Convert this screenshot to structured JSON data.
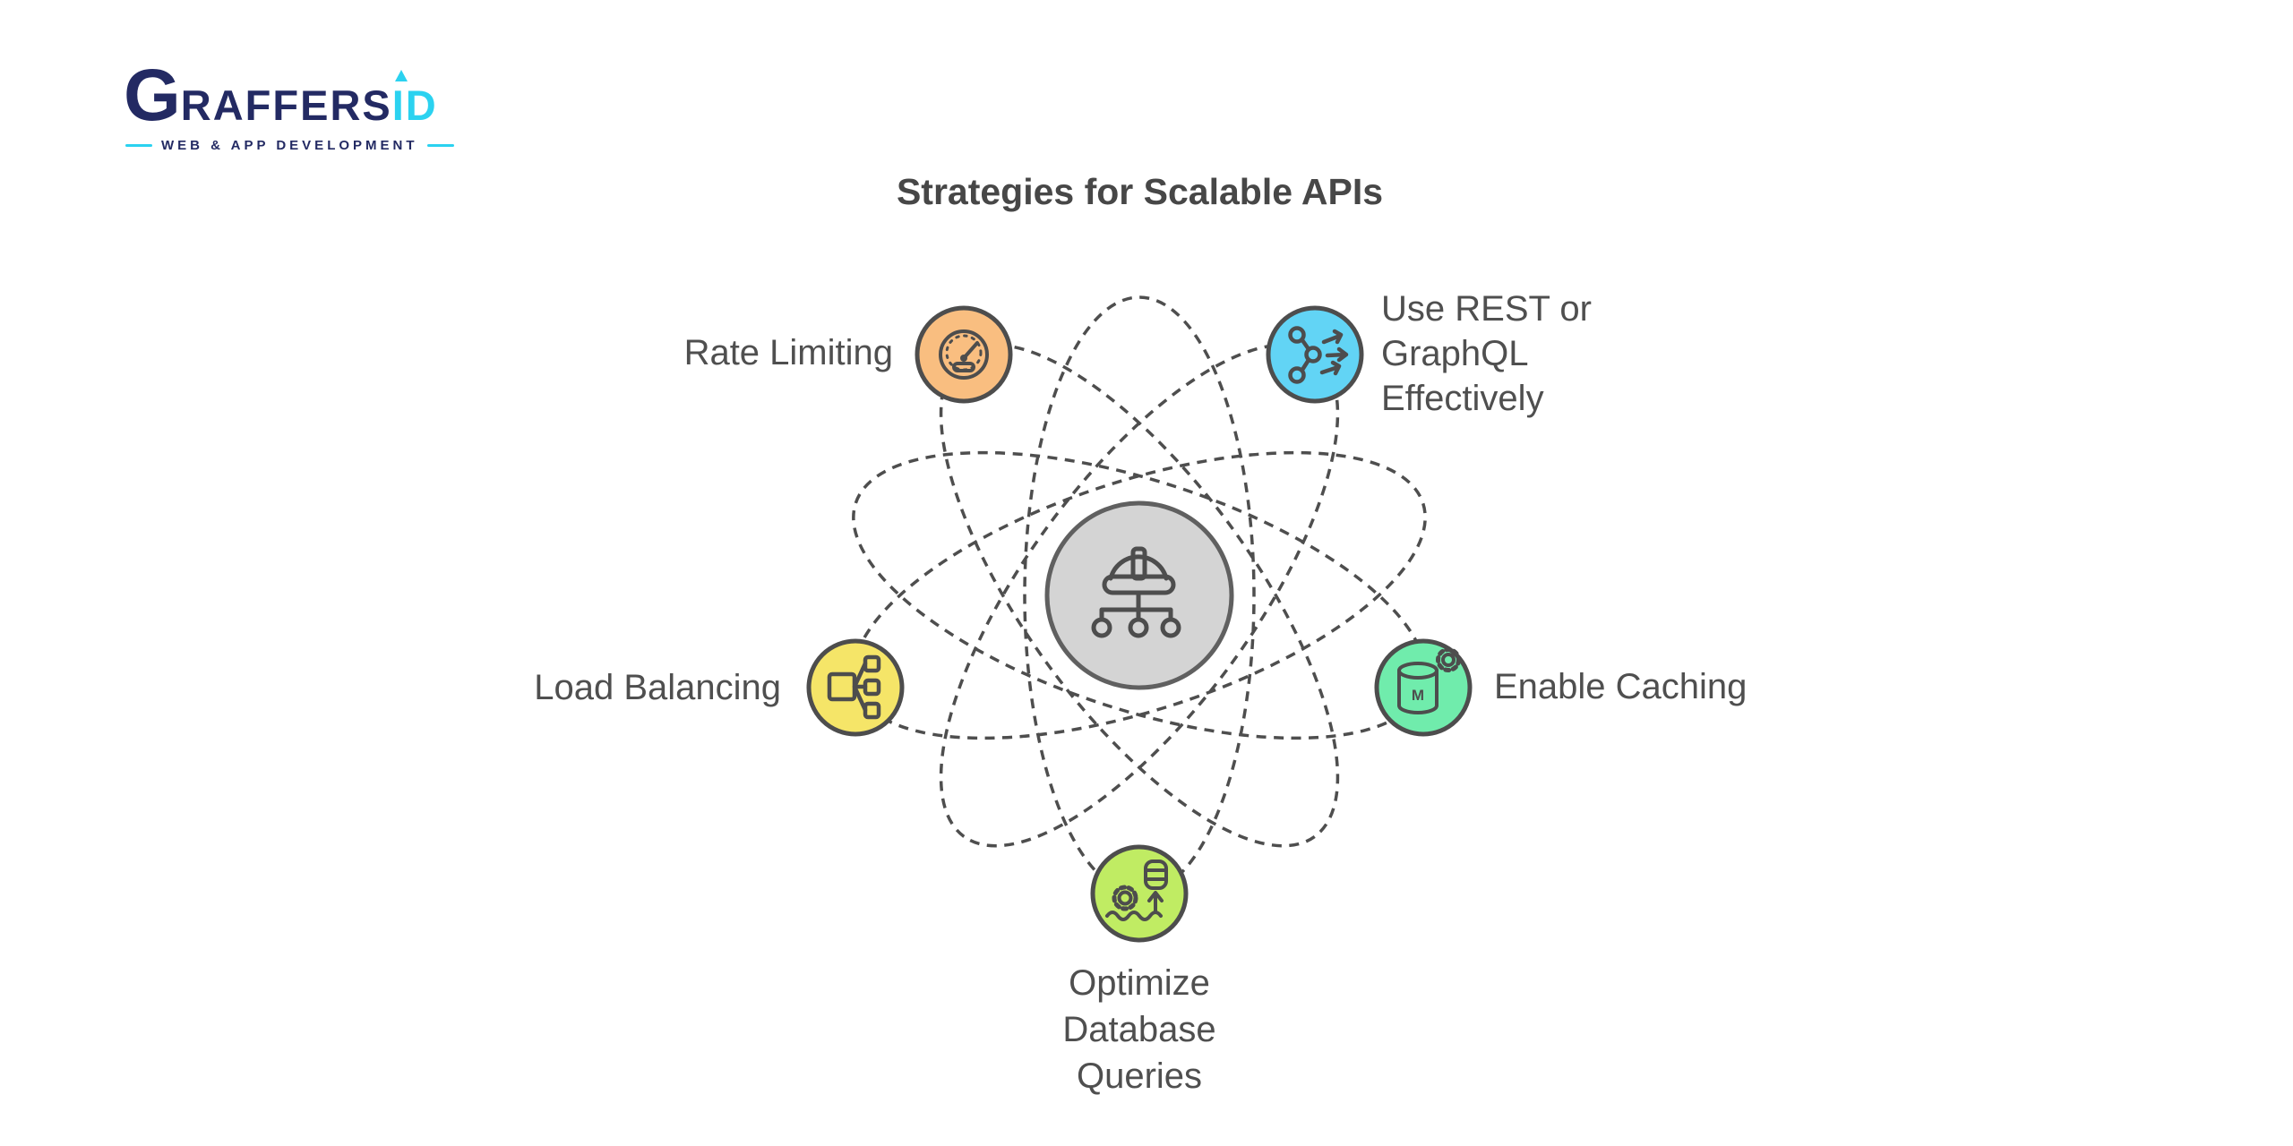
{
  "logo": {
    "g": "G",
    "graffers": "RAFFERS",
    "id": "ID",
    "tagline": "WEB & APP DEVELOPMENT"
  },
  "title": "Strategies for Scalable APIs",
  "center": {
    "icon": "engineering-hat-hierarchy-icon",
    "fill": "#d4d4d4"
  },
  "nodes": [
    {
      "id": "rate-limiting",
      "label": "Rate Limiting",
      "color": "#f9be80",
      "icon": "speedometer-icon"
    },
    {
      "id": "use-rest-graphql",
      "label": "Use REST or\nGraphQL\nEffectively",
      "color": "#62d4f5",
      "icon": "api-routing-icon"
    },
    {
      "id": "load-balancing",
      "label": "Load Balancing",
      "color": "#f5e568",
      "icon": "load-balancer-icon"
    },
    {
      "id": "enable-caching",
      "label": "Enable Caching",
      "color": "#70ecac",
      "icon": "cache-database-gear-icon"
    },
    {
      "id": "optimize-database-queries",
      "label": "Optimize\nDatabase\nQueries",
      "color": "#c0ec63",
      "icon": "database-optimization-icon"
    }
  ],
  "colors": {
    "orbit": "#4e4e4e",
    "stroke": "#4d4d4d",
    "center-stroke": "#606060",
    "text": "#4f4f4f",
    "title": "#474747",
    "navy": "#232a63",
    "cyan": "#2bd2f0",
    "background": "#ffffff"
  }
}
